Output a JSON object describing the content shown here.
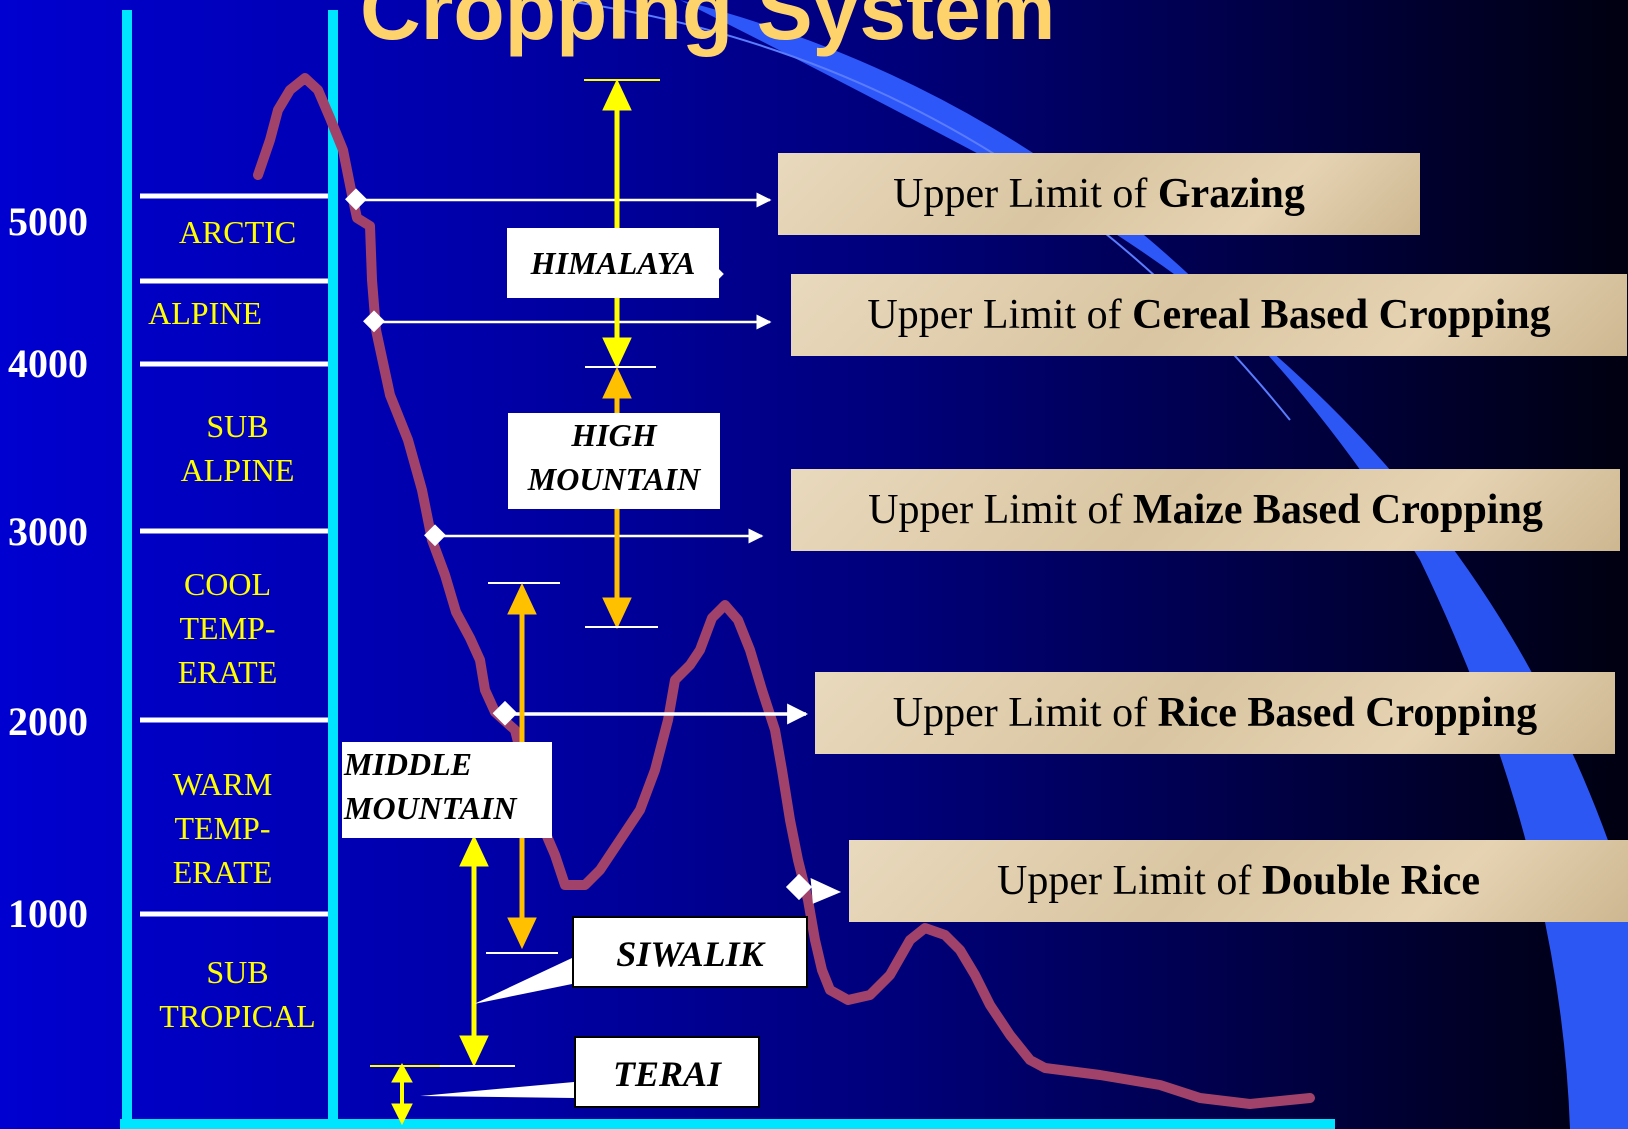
{
  "title": "Cropping System",
  "altitude_axis": {
    "ticks": [
      "5000",
      "4000",
      "3000",
      "2000",
      "1000"
    ]
  },
  "climate_zones": {
    "arctic": "ARCTIC",
    "alpine": "ALPINE",
    "sub_alpine": [
      "SUB",
      "ALPINE"
    ],
    "cool_temperate": [
      "COOL",
      "TEMP-",
      "ERATE"
    ],
    "warm_temperate": [
      "WARM",
      "TEMP-",
      "ERATE"
    ],
    "sub_tropical": [
      "SUB",
      "TROPICAL"
    ]
  },
  "regions": {
    "himalaya": "HIMALAYA",
    "high_mountain": [
      "HIGH",
      "MOUNTAIN"
    ],
    "middle_mountain": [
      "MIDDLE",
      "MOUNTAIN"
    ],
    "siwalik": "SIWALIK",
    "terai": "TERAI"
  },
  "limits": {
    "prefix": "Upper Limit of ",
    "grazing": "Grazing",
    "cereal": "Cereal Based Cropping",
    "maize": "Maize Based Cropping",
    "rice": "Rice Based Cropping",
    "double_rice": "Double Rice"
  },
  "colors": {
    "frame": "#00e5ff",
    "profile": "#a0426a",
    "arrow_yellow": "#ffff00",
    "arrow_orange": "#ffc000",
    "zone_text": "#ffff00",
    "title": "#ffd36b"
  }
}
